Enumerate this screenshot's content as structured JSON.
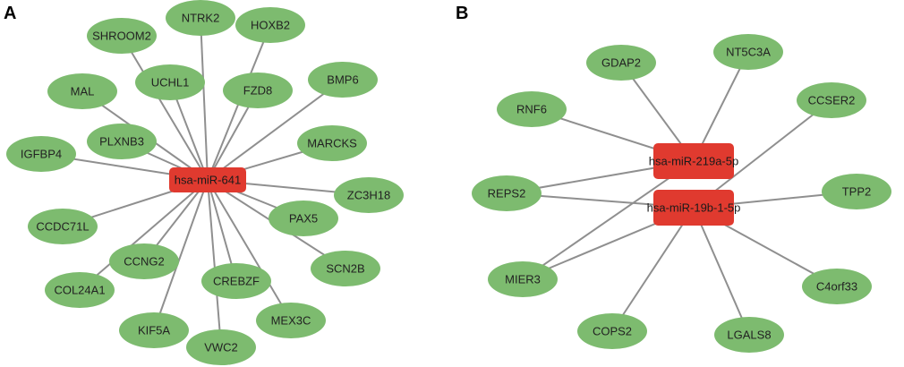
{
  "colors": {
    "target_fill": "#7dbb6f",
    "mirna_fill": "#e03a2f",
    "edge": "#8f8f8f",
    "background": "#ffffff"
  },
  "panels": [
    {
      "label": "A",
      "hubs": [
        {
          "id": "mir641",
          "label": "hsa-miR-641"
        }
      ],
      "targets": [
        {
          "id": "NTRK2",
          "label": "NTRK2"
        },
        {
          "id": "HOXB2",
          "label": "HOXB2"
        },
        {
          "id": "SHROOM2",
          "label": "SHROOM2"
        },
        {
          "id": "UCHL1",
          "label": "UCHL1"
        },
        {
          "id": "FZD8",
          "label": "FZD8"
        },
        {
          "id": "BMP6",
          "label": "BMP6"
        },
        {
          "id": "MAL",
          "label": "MAL"
        },
        {
          "id": "PLXNB3",
          "label": "PLXNB3"
        },
        {
          "id": "MARCKS",
          "label": "MARCKS"
        },
        {
          "id": "IGFBP4",
          "label": "IGFBP4"
        },
        {
          "id": "ZC3H18",
          "label": "ZC3H18"
        },
        {
          "id": "CCDC71L",
          "label": "CCDC71L"
        },
        {
          "id": "PAX5",
          "label": "PAX5"
        },
        {
          "id": "CCNG2",
          "label": "CCNG2"
        },
        {
          "id": "SCN2B",
          "label": "SCN2B"
        },
        {
          "id": "COL24A1",
          "label": "COL24A1"
        },
        {
          "id": "CREBZF",
          "label": "CREBZF"
        },
        {
          "id": "MEX3C",
          "label": "MEX3C"
        },
        {
          "id": "KIF5A",
          "label": "KIF5A"
        },
        {
          "id": "VWC2",
          "label": "VWC2"
        }
      ],
      "edges": [
        [
          "mir641",
          "NTRK2"
        ],
        [
          "mir641",
          "HOXB2"
        ],
        [
          "mir641",
          "SHROOM2"
        ],
        [
          "mir641",
          "UCHL1"
        ],
        [
          "mir641",
          "FZD8"
        ],
        [
          "mir641",
          "BMP6"
        ],
        [
          "mir641",
          "MAL"
        ],
        [
          "mir641",
          "PLXNB3"
        ],
        [
          "mir641",
          "MARCKS"
        ],
        [
          "mir641",
          "IGFBP4"
        ],
        [
          "mir641",
          "ZC3H18"
        ],
        [
          "mir641",
          "CCDC71L"
        ],
        [
          "mir641",
          "PAX5"
        ],
        [
          "mir641",
          "CCNG2"
        ],
        [
          "mir641",
          "SCN2B"
        ],
        [
          "mir641",
          "COL24A1"
        ],
        [
          "mir641",
          "CREBZF"
        ],
        [
          "mir641",
          "MEX3C"
        ],
        [
          "mir641",
          "KIF5A"
        ],
        [
          "mir641",
          "VWC2"
        ]
      ]
    },
    {
      "label": "B",
      "hubs": [
        {
          "id": "mir219",
          "label": "hsa-miR-219a-5p"
        },
        {
          "id": "mir19b",
          "label": "hsa-miR-19b-1-5p"
        }
      ],
      "targets": [
        {
          "id": "GDAP2",
          "label": "GDAP2"
        },
        {
          "id": "NT5C3A",
          "label": "NT5C3A"
        },
        {
          "id": "RNF6",
          "label": "RNF6"
        },
        {
          "id": "CCSER2",
          "label": "CCSER2"
        },
        {
          "id": "REPS2",
          "label": "REPS2"
        },
        {
          "id": "TPP2",
          "label": "TPP2"
        },
        {
          "id": "MIER3",
          "label": "MIER3"
        },
        {
          "id": "C4orf33",
          "label": "C4orf33"
        },
        {
          "id": "COPS2",
          "label": "COPS2"
        },
        {
          "id": "LGALS8",
          "label": "LGALS8"
        }
      ],
      "edges": [
        [
          "mir219",
          "GDAP2"
        ],
        [
          "mir219",
          "NT5C3A"
        ],
        [
          "mir219",
          "RNF6"
        ],
        [
          "mir219",
          "REPS2"
        ],
        [
          "mir219",
          "MIER3"
        ],
        [
          "mir19b",
          "CCSER2"
        ],
        [
          "mir19b",
          "REPS2"
        ],
        [
          "mir19b",
          "TPP2"
        ],
        [
          "mir19b",
          "MIER3"
        ],
        [
          "mir19b",
          "C4orf33"
        ],
        [
          "mir19b",
          "COPS2"
        ],
        [
          "mir19b",
          "LGALS8"
        ]
      ]
    }
  ]
}
